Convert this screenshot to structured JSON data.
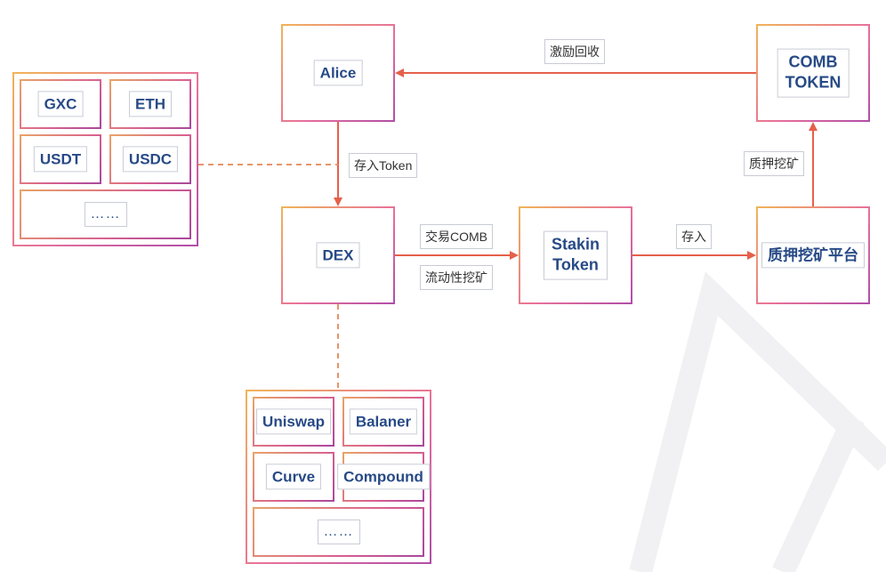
{
  "colors": {
    "arrow": "#e5604a",
    "dashed": "#e8946a",
    "label_text": "#274a86",
    "border_start": "#f0b45a",
    "border_mid": "#e8709a",
    "border_end": "#b04ea8"
  },
  "nodes": {
    "alice": "Alice",
    "dex": "DEX",
    "staking_token_line1": "Stakin",
    "staking_token_line2": "Token",
    "comb_token_line1": "COMB",
    "comb_token_line2": "TOKEN",
    "staking_platform": "质押挖矿平台"
  },
  "token_group": {
    "items": [
      "GXC",
      "ETH",
      "USDT",
      "USDC"
    ],
    "more": "……"
  },
  "dex_group": {
    "items": [
      "Uniswap",
      "Balaner",
      "Curve",
      "Compound"
    ],
    "more": "……"
  },
  "edges": {
    "reward_recovery": "激励回收",
    "deposit_token": "存入Token",
    "trade_comb": "交易COMB",
    "liquidity_mining": "流动性挖矿",
    "deposit": "存入",
    "staking_mining": "质押挖矿"
  }
}
